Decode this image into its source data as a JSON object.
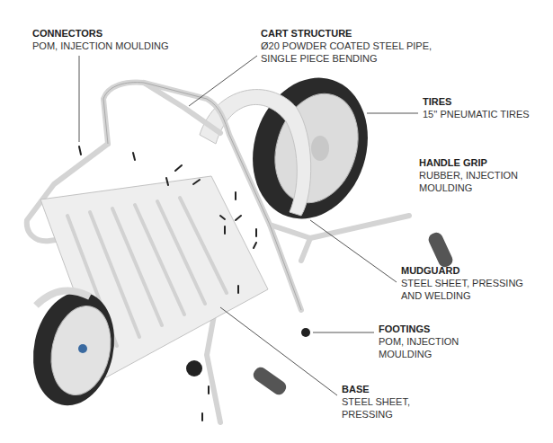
{
  "diagram": {
    "labels": [
      "CONNECTORS",
      "POM, INJECTION MOULDING",
      "CART STRUCTURE",
      "Ø20 POWDER COATED STEEL PIPE, SINGLE PIECE BENDING",
      "TIRES",
      "15'' PNEUMATIC TIRES",
      "HANDLE GRIP",
      "RUBBER, INJECTION MOULDING",
      "MUDGUARD",
      "STEEL SHEET, PRESSING AND WELDING",
      "FOOTINGS",
      "POM, INJECTION MOULDING",
      "BASE",
      "STEEL SHEET, PRESSING"
    ]
  }
}
